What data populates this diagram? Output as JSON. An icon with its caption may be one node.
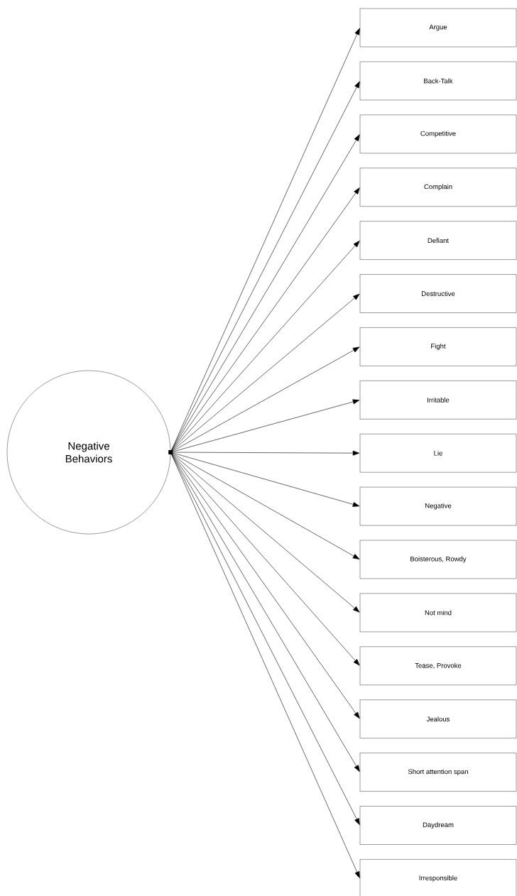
{
  "diagram": {
    "nodes": [
      {
        "text": [
          "Negative Behaviors"
        ]
      },
      {
        "text": [
          "Argue"
        ]
      },
      {
        "text": [
          "Back-Talk"
        ]
      },
      {
        "text": [
          "Competitive"
        ]
      },
      {
        "text": [
          "Complain"
        ]
      },
      {
        "text": [
          "Defiant"
        ]
      },
      {
        "text": [
          "Destructive"
        ]
      },
      {
        "text": [
          "Fight"
        ]
      },
      {
        "text": [
          "Irritable"
        ]
      },
      {
        "text": [
          "Lie"
        ]
      },
      {
        "text": [
          "Negative"
        ]
      },
      {
        "text": [
          "Boisterous, Rowdy"
        ]
      },
      {
        "text": [
          "Not mind"
        ]
      },
      {
        "text": [
          "Tease, Provoke"
        ]
      },
      {
        "text": [
          "Jealous"
        ]
      },
      {
        "text": [
          "Short attention span"
        ]
      },
      {
        "text": [
          "Daydream"
        ]
      },
      {
        "text": [
          "Irresponsible"
        ]
      }
    ],
    "edges": [
      {
        "from": 0,
        "to": 1,
        "arrow": "to"
      },
      {
        "from": 0,
        "to": 2,
        "arrow": "to"
      },
      {
        "from": 0,
        "to": 3,
        "arrow": "to"
      },
      {
        "from": 0,
        "to": 4,
        "arrow": "to"
      },
      {
        "from": 0,
        "to": 5,
        "arrow": "to"
      },
      {
        "from": 0,
        "to": 6,
        "arrow": "to"
      },
      {
        "from": 0,
        "to": 7,
        "arrow": "to"
      },
      {
        "from": 0,
        "to": 8,
        "arrow": "to"
      },
      {
        "from": 0,
        "to": 9,
        "arrow": "to"
      },
      {
        "from": 0,
        "to": 10,
        "arrow": "to"
      },
      {
        "from": 0,
        "to": 11,
        "arrow": "to"
      },
      {
        "from": 0,
        "to": 12,
        "arrow": "to"
      },
      {
        "from": 0,
        "to": 13,
        "arrow": "to"
      },
      {
        "from": 0,
        "to": 14,
        "arrow": "to"
      },
      {
        "from": 0,
        "to": 15,
        "arrow": "to"
      },
      {
        "from": 0,
        "to": 16,
        "arrow": "to"
      },
      {
        "from": 0,
        "to": 17,
        "arrow": "to"
      }
    ]
  }
}
